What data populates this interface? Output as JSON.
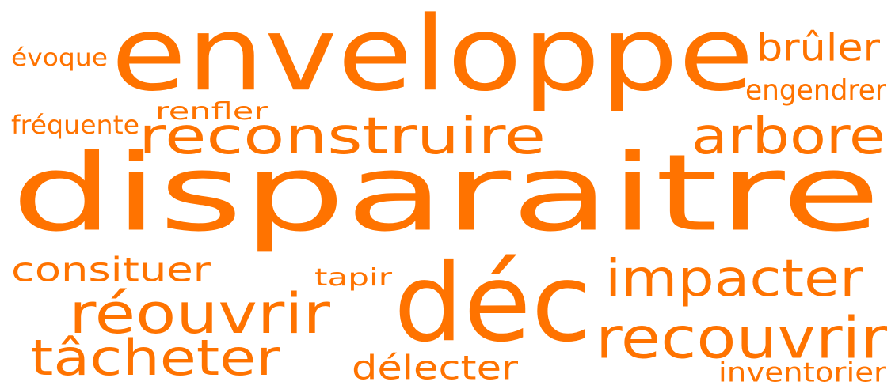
{
  "word_cloud": {
    "color": "#FF7300",
    "words": [
      {
        "key": "enveloppe",
        "text": "enveloppe"
      },
      {
        "key": "disparaitre",
        "text": "disparaitre"
      },
      {
        "key": "dec",
        "text": "déc"
      },
      {
        "key": "reconstruire",
        "text": "reconstruire"
      },
      {
        "key": "arbore",
        "text": "arbore"
      },
      {
        "key": "impacter",
        "text": "impacter"
      },
      {
        "key": "recouvrir",
        "text": "recouvrir"
      },
      {
        "key": "reouvrir",
        "text": "réouvrir"
      },
      {
        "key": "tacheter",
        "text": "tâcheter"
      },
      {
        "key": "consituer",
        "text": "consituer"
      },
      {
        "key": "bruler",
        "text": "brûler"
      },
      {
        "key": "engendrer",
        "text": "engendrer"
      },
      {
        "key": "evoque",
        "text": "évoque"
      },
      {
        "key": "renfler",
        "text": "renfler"
      },
      {
        "key": "frequente",
        "text": "fréquente"
      },
      {
        "key": "tapir",
        "text": "tapir"
      },
      {
        "key": "delecter",
        "text": "délecter"
      },
      {
        "key": "inventorier",
        "text": "inventorier"
      }
    ]
  }
}
